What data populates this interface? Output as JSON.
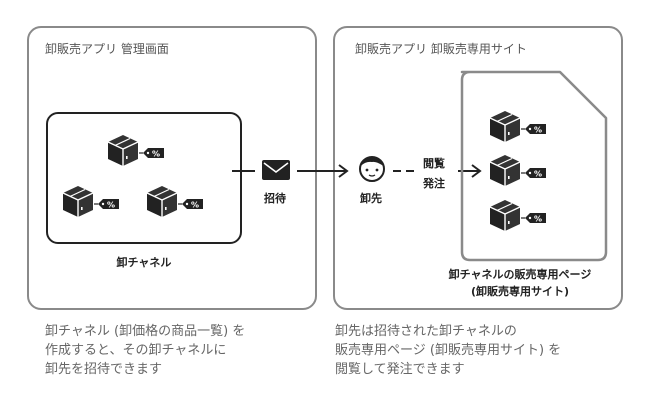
{
  "left_panel": {
    "title": "卸販売アプリ 管理画面",
    "channel_label": "卸チャネル",
    "price_tag": "%"
  },
  "connector": {
    "invite_label": "招待"
  },
  "wholesaler": {
    "label": "卸先"
  },
  "browse_order": {
    "line1": "閲覧",
    "line2": "発注"
  },
  "right_panel": {
    "title": "卸販売アプリ 卸販売専用サイト",
    "page_label_line1": "卸チャネルの販売専用ページ",
    "page_label_line2": "(卸販売専用サイト)",
    "price_tag": "%"
  },
  "captions": {
    "left": [
      "卸チャネル (卸価格の商品一覧) を",
      "作成すると、その卸チャネルに",
      "卸先を招待できます"
    ],
    "right": [
      "卸先は招待された卸チャネルの",
      "販売専用ページ (卸販売専用サイト) を",
      "閲覧して発注できます"
    ]
  }
}
